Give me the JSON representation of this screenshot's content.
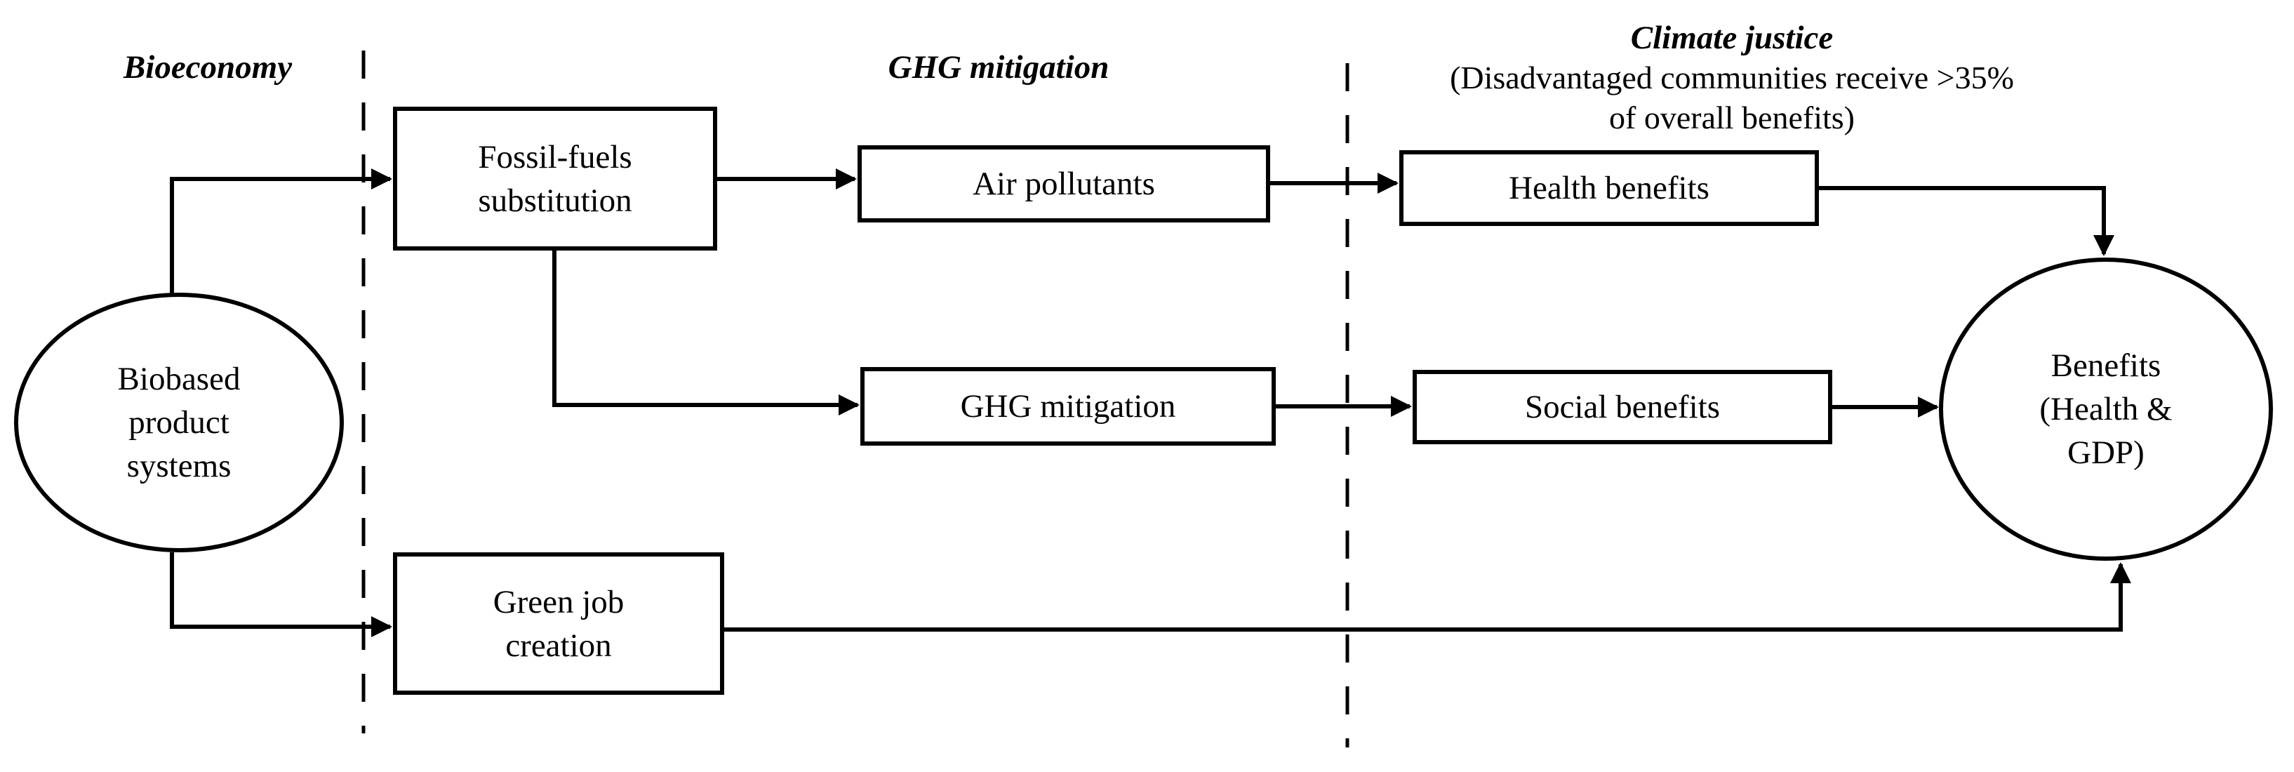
{
  "colors": {
    "background": "#ffffff",
    "stroke": "#000000",
    "text": "#000000"
  },
  "headers": {
    "bioeconomy": "Bioeconomy",
    "ghg_mitigation": "GHG mitigation",
    "climate_justice": {
      "title": "Climate justice",
      "subtitle_line1": "(Disadvantaged communities receive >35%",
      "subtitle_line2": "of overall benefits)"
    }
  },
  "nodes": {
    "biobased": {
      "shape": "ellipse",
      "lines": [
        "Biobased",
        "product",
        "systems"
      ]
    },
    "fossil": {
      "shape": "rect",
      "lines": [
        "Fossil-fuels",
        "substitution"
      ]
    },
    "air": {
      "shape": "rect",
      "label": "Air pollutants"
    },
    "ghg": {
      "shape": "rect",
      "label": "GHG mitigation"
    },
    "green": {
      "shape": "rect",
      "lines": [
        "Green job",
        "creation"
      ]
    },
    "health": {
      "shape": "rect",
      "label": "Health benefits"
    },
    "social": {
      "shape": "rect",
      "label": "Social benefits"
    },
    "benefits": {
      "shape": "circle",
      "lines": [
        "Benefits",
        "(Health &",
        "GDP)"
      ]
    }
  },
  "edges": [
    {
      "from": "biobased",
      "to": "fossil"
    },
    {
      "from": "fossil",
      "to": "air"
    },
    {
      "from": "fossil",
      "to": "ghg"
    },
    {
      "from": "air",
      "to": "health"
    },
    {
      "from": "health",
      "to": "benefits"
    },
    {
      "from": "ghg",
      "to": "social"
    },
    {
      "from": "social",
      "to": "benefits"
    },
    {
      "from": "biobased",
      "to": "green"
    },
    {
      "from": "green",
      "to": "benefits"
    }
  ]
}
